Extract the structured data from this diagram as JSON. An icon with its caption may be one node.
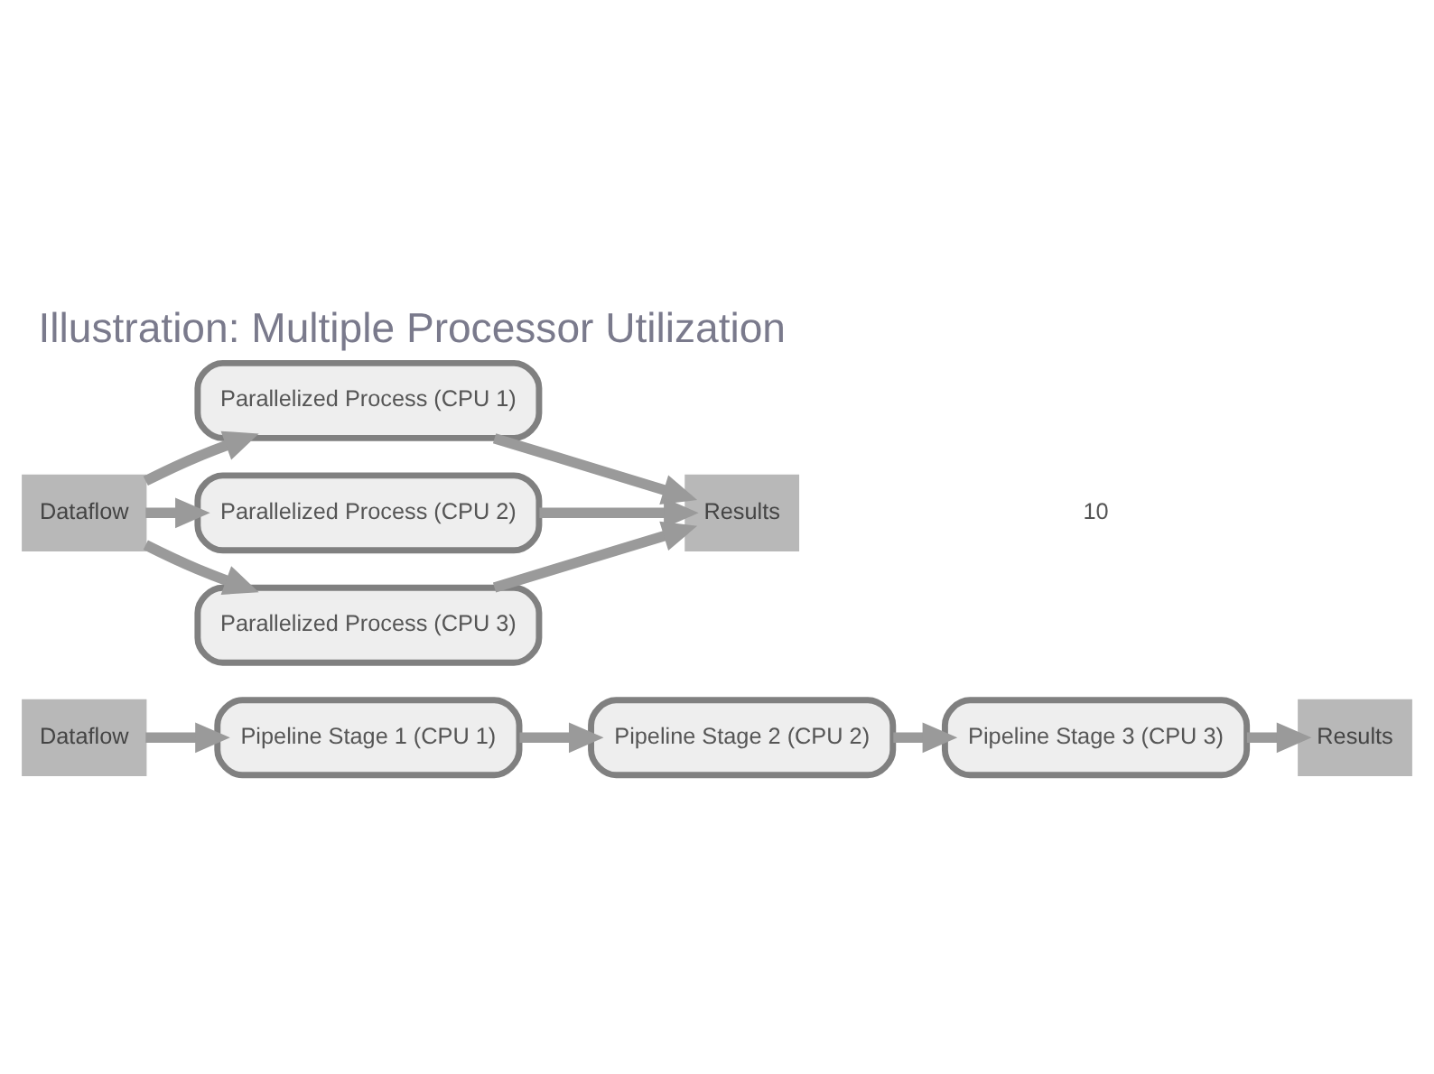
{
  "diagram": {
    "title": "Illustration: Multiple Processor Utilization",
    "nodes": [
      {
        "text": [
          "Dataflow"
        ]
      },
      {
        "text": [
          "Pipeline Stage 1 (CPU 1)"
        ]
      },
      {
        "text": [
          "Pipeline Stage 2 (CPU 2)"
        ]
      },
      {
        "text": [
          "Pipeline Stage 3 (CPU 3)"
        ]
      },
      {
        "text": [
          "Results"
        ]
      },
      {
        "text": [
          "Dataflow"
        ]
      },
      {
        "text": [
          "Parallelized Process (CPU 1)"
        ]
      },
      {
        "text": [
          "Parallelized Process (CPU 2)"
        ]
      },
      {
        "text": [
          "Parallelized Process (CPU 3)"
        ]
      },
      {
        "text": [
          "Results"
        ]
      }
    ],
    "edges": [
      {
        "from": 0,
        "to": 1,
        "arrow": "to"
      },
      {
        "from": 1,
        "to": 2,
        "arrow": "to"
      },
      {
        "from": 2,
        "to": 3,
        "arrow": "to"
      },
      {
        "from": 3,
        "to": 4,
        "arrow": "to"
      },
      {
        "from": 5,
        "to": 6,
        "arrow": "to"
      },
      {
        "from": 5,
        "to": 7,
        "arrow": "to"
      },
      {
        "from": 5,
        "to": 8,
        "arrow": "to"
      },
      {
        "from": 6,
        "to": 9,
        "arrow": "to"
      },
      {
        "from": 7,
        "to": 9,
        "arrow": "to"
      },
      {
        "from": 8,
        "to": 9,
        "arrow": "to"
      }
    ],
    "labels": [
      "10"
    ]
  }
}
